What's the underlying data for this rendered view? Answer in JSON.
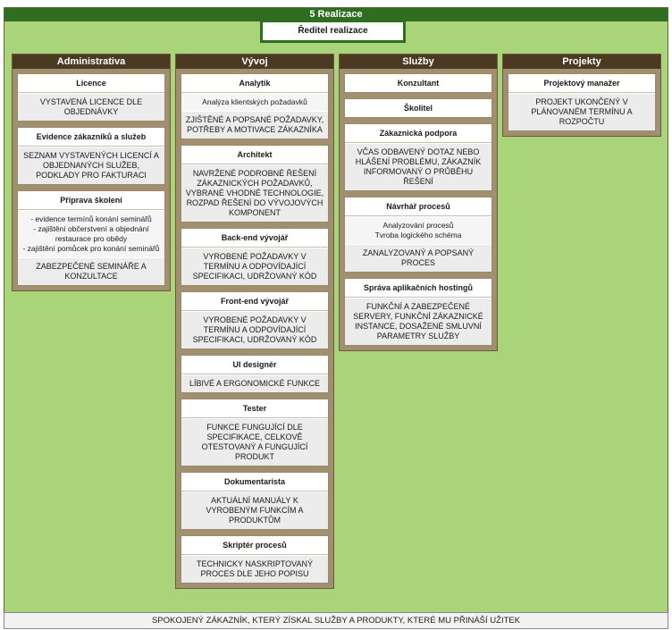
{
  "title": "5 Realizace",
  "director": "Ředitel realizace",
  "footer": "SPOKOJENÝ ZÁKAZNÍK, KTERÝ ZÍSKAL SLUŽBY A PRODUKTY, KTERÉ MU PŘINÁŠÍ UŽITEK",
  "columns": [
    {
      "title": "Administrativa",
      "roles": [
        {
          "name": "Licence",
          "cells": [
            "VYSTAVENÁ LICENCE DLE OBJEDNÁVKY"
          ]
        },
        {
          "name": "Evidence zákazníků a služeb",
          "cells": [
            "SEZNAM VYSTAVENÝCH LICENCÍ A OBJEDNANÝCH SLUŽEB, PODKLADY PRO FAKTURACI"
          ]
        },
        {
          "name": "Příprava školení",
          "activities": "- evidence termínů konání seminářů\n- zajištění občerstvení a objednání restaurace pro obědy\n- zajištění pomůcek pro konání seminářů",
          "cells": [
            "ZABEZPEČENÉ SEMINÁŘE A KONZULTACE"
          ]
        }
      ]
    },
    {
      "title": "Vývoj",
      "roles": [
        {
          "name": "Analytik",
          "activities": "Analýza klientských požadavků",
          "cells": [
            "ZJIŠTĚNÉ A POPSANÉ POŽADAVKY, POTŘEBY A MOTIVACE ZÁKAZNÍKA"
          ]
        },
        {
          "name": "Architekt",
          "cells": [
            "NAVRŽENÉ PODROBNÉ ŘEŠENÍ ZÁKAZNICKÝCH POŽADAVKŮ, VYBRANÉ VHODNÉ TECHNOLOGIE, ROZPAD ŘEŠENÍ DO VÝVOJOVÝCH KOMPONENT"
          ]
        },
        {
          "name": "Back-end vývojář",
          "cells": [
            "VYROBENÉ POŽADAVKY V TERMÍNU A ODPOVÍDAJÍCÍ SPECIFIKACI, UDRŽOVANÝ KÓD"
          ]
        },
        {
          "name": "Front-end vývojář",
          "cells": [
            "VYROBENÉ POŽADAVKY V TERMÍNU A ODPOVÍDAJÍCÍ SPECIFIKACI, UDRŽOVANÝ KÓD"
          ]
        },
        {
          "name": "UI designér",
          "cells": [
            "LÍBIVÉ A ERGONOMICKÉ FUNKCE"
          ]
        },
        {
          "name": "Tester",
          "cells": [
            "FUNKCE FUNGUJÍCÍ DLE SPECIFIKACE, CELKOVĚ OTESTOVANÝ A FUNGUJÍCÍ PRODUKT"
          ]
        },
        {
          "name": "Dokumentarista",
          "cells": [
            "AKTUÁLNÍ MANUÁLY K VYROBENÝM FUNKCÍM A PRODUKTŮM"
          ]
        },
        {
          "name": "Skriptér procesů",
          "cells": [
            "TECHNICKY NASKRIPTOVANÝ PROCES DLE JEHO POPISU"
          ]
        }
      ]
    },
    {
      "title": "Služby",
      "roles": [
        {
          "name": "Konzultant",
          "cells": []
        },
        {
          "name": "Školitel",
          "cells": []
        },
        {
          "name": "Zákaznická podpora",
          "cells": [
            "VČAS ODBAVENÝ DOTAZ NEBO HLÁŠENÍ PROBLÉMU, ZÁKAZNÍK INFORMOVANÝ O PRŮBĚHU ŘEŠENÍ"
          ]
        },
        {
          "name": "Návrhář procesů",
          "activities": "Analyzování procesů\nTvroba logického schéma",
          "cells": [
            "ZANALYZOVANÝ A POPSANÝ PROCES"
          ]
        },
        {
          "name": "Správa aplikačních hostingů",
          "cells": [
            "FUNKČNÍ A ZABEZPEČENÉ SERVERY, FUNKČNÍ ZÁKAZNICKÉ INSTANCE, DOSAŽENÉ SMLUVNÍ PARAMETRY SLUŽBY"
          ]
        }
      ]
    },
    {
      "title": "Projekty",
      "roles": [
        {
          "name": "Projektový manažer",
          "cells": [
            "PROJEKT UKONČENÝ V PLÁNOVANÉM TERMÍNU A ROZPOČTU"
          ]
        }
      ]
    }
  ]
}
